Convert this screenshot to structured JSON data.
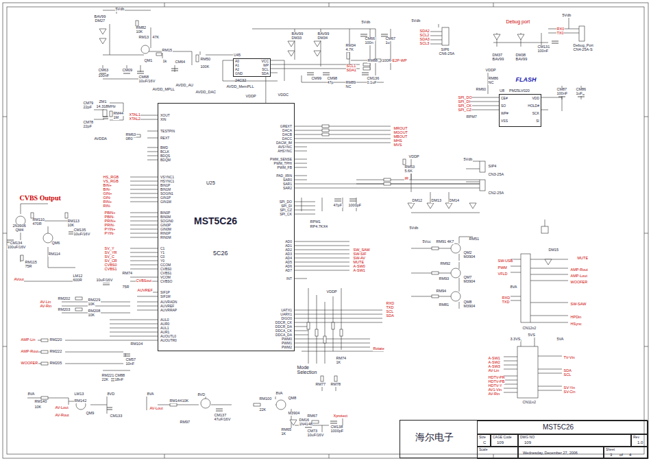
{
  "diagram": {
    "nodes": [
      {
        "text": [
          "U25",
          "MST5C26",
          "5C26",
          "XOUT",
          "XIN",
          "TESTPIN",
          "REXT",
          "BMD",
          "BCLK",
          "BDQS",
          "BDQM",
          "VSYNC1",
          "HSYNC1",
          "BIN1P",
          "BIN1M",
          "SOGIN1",
          "GIN1P",
          "GIN1M",
          "BIN0P",
          "BIN0M",
          "SOGIN0",
          "GIN0P",
          "GIN0M",
          "RIN0P",
          "RIN0M",
          "C1",
          "Y1",
          "C0",
          "Y0",
          "CCOM",
          "CVBS0",
          "CVBS1",
          "VCOM",
          "CVBSO",
          "SIF1P",
          "SIF1M",
          "AUVRADN",
          "AUVREF",
          "AUVRRAP",
          "AUL0",
          "AUR0",
          "AUL1",
          "AUR1",
          "AUOUTL0",
          "AUOUTR0",
          "GREXT",
          "DACA",
          "DACB",
          "DACC",
          "DACM_IM",
          "AVSYNC",
          "AHSYNC",
          "PWM_SENSE",
          "PWM_TPHI",
          "PWM_FB",
          "PAD_IRIN",
          "SAR0",
          "SAR1",
          "SAR2",
          "SPI_DO",
          "SPI_DI",
          "SPI_CZ",
          "SPI_CK",
          "AD0",
          "AD1",
          "AD2",
          "AD3",
          "AD4",
          "AD5",
          "AD6",
          "AD7",
          "INT",
          "UATX1",
          "UARX1",
          "DIGO0",
          "DDCR_CK",
          "DDCR_DA",
          "DDCA_CK",
          "DDCA_DA",
          "PWM0",
          "PWM1",
          "PWM2"
        ]
      },
      {
        "text": [
          "U45",
          "24C32",
          "A0",
          "A1",
          "A2",
          "GND",
          "VCC",
          "WP",
          "SCL",
          "SDA"
        ]
      },
      {
        "text": [
          "U8",
          "PM25LV020",
          "CE#",
          "SO",
          "WP#",
          "VSS",
          "VDD",
          "HOLD#",
          "SCK",
          "SI"
        ]
      },
      {
        "text": [
          "海尔电子"
        ]
      },
      {
        "text": [
          "MST5C26"
        ],
        "in": 3
      },
      {
        "text": [
          "Size",
          "C"
        ],
        "in": 3
      },
      {
        "text": [
          "CAGE Code",
          "109"
        ],
        "in": 3
      },
      {
        "text": [
          "DWG NO",
          "109"
        ],
        "in": 3
      },
      {
        "text": [
          "Rev",
          "1.0"
        ],
        "in": 3
      },
      {
        "text": [
          "Scale"
        ],
        "in": 3
      },
      {
        "text": [
          "Wednesday, December 27, 2006"
        ],
        "in": 3
      },
      {
        "text": [
          "Sheet",
          "3",
          "of",
          "4"
        ],
        "in": 3
      }
    ],
    "edges": [
      {
        "from": 0,
        "to": 1,
        "arrow": "none"
      }
    ],
    "labels": [
      "5Vdb",
      "BAV99",
      "DM27",
      "RM82",
      "10K",
      "RM13",
      "47K",
      "QM1",
      "RM15",
      "1k",
      "CM63",
      "100nF",
      "CM09",
      "CM68",
      "10uF/16V",
      "CM64",
      "RM50",
      "100K",
      "CM79",
      "22pF",
      "ZM1",
      "14.318MHz",
      "RM44",
      "1M",
      "CM78",
      "22pF",
      "XTAL1",
      "XTAL2",
      "RM63",
      "0R0",
      "AVDDA",
      "HS_RGB",
      "VS_RGB",
      "BIN+",
      "BIN-",
      "GIN+",
      "GIN-",
      "RIN+",
      "RIN-",
      "PBIN+",
      "PBIN-",
      "PRIN+",
      "PRIN-",
      "PYIN+",
      "PYIN-",
      "SV_Y",
      "SV_YR",
      "SV_C",
      "SV_CR",
      "CVBS0",
      "CVBS1",
      "CVBSout",
      "RM74",
      "75R",
      "CVBS Output",
      "RM110",
      "470R",
      "RM113",
      "10K",
      "2N3906",
      "QM4",
      "CM134",
      "100uF/16V",
      "QM6",
      "RM114",
      "RM115",
      "75R",
      "CM135",
      "10uF/16V",
      "AVout",
      "LM12",
      "600R",
      "10uF/16V",
      "AUVREF",
      "RM229",
      "10K",
      "RM208",
      "10K",
      "AV-Lin",
      "AV-Rin",
      "RM202",
      "RM203",
      "AMP-Lin",
      "RM220",
      "AMP-Rout",
      "RM222",
      "WOOFER",
      "RM205",
      "RM104",
      "CM57",
      "10nF",
      "RM221",
      "22K",
      "CM88",
      "18nF",
      "AVDD_MPLL",
      "AVDD_AU",
      "AVDD_DAC",
      "AVDD_MemPLL",
      "VDDP",
      "VDDC",
      "5Vdb",
      "BAV99",
      "DM33",
      "BAV99",
      "DM34",
      "RM34",
      "4.7K",
      "CM66",
      "100n",
      "CM67",
      "1u",
      "CM99",
      "CM98",
      "47p",
      "RM89",
      "NC",
      "CM136",
      "0.1uF",
      "RM88",
      "100R",
      "E2P-WP",
      "SCL1",
      "SDA1",
      "5Vdb",
      "SDA2",
      "SCL2",
      "SDA3",
      "SCL3",
      "SIP6",
      "CN6-25A",
      "Debug port",
      "5Vdb",
      "RX0",
      "TX0",
      "DM37",
      "BAV99",
      "DM38",
      "BAV99",
      "CM131",
      "100nF",
      "Debug_Port",
      "CN4-25A-S",
      "FLASH",
      "VDDP",
      "RM86",
      "NC",
      "RM60",
      "SPI_DO",
      "SPI_DI",
      "SPI_CK",
      "SPI_CZ",
      "RPM7",
      "CM87",
      "100nF",
      "CM86",
      "1uF",
      "MROUT",
      "MGOUT",
      "MBOUT",
      "MHS",
      "MVS",
      "RM53",
      "5.6K",
      "VDDP",
      "5Vdb",
      "SIP4",
      "CN3-25A",
      "CN2-25A",
      "IR",
      "DM12",
      "DM13",
      "DM14",
      "5Vdb",
      "47pF",
      "1000pF",
      "RPM1",
      "RP4.7KX4",
      "SW_SAW",
      "SW-SIF",
      "SW-AV",
      "MUTE",
      "A-SW0",
      "A-SW1",
      "5Vcc",
      "RM91",
      "4K7",
      "RM51",
      "QM2",
      "M3904",
      "RM92",
      "QM7",
      "M3904",
      "RM93",
      "QM8",
      "M3904",
      "RM94",
      "RM81",
      "CN12x2",
      "DM15",
      "MUTE",
      "AMP-Rout",
      "AMP-Lout",
      "WOOFER",
      "SW-USB",
      "PWM",
      "VFLD",
      "RXD",
      "TXD",
      "8VA",
      "SW-SAW",
      "HPDin",
      "HSync",
      "3.3VS",
      "5VS",
      "5VA",
      "A-SW1",
      "A-SW2",
      "A-SW3",
      "AV-Lin",
      "HDTV-PR",
      "HDTV-PB",
      "HDTV-Y",
      "AV1-Vin",
      "AV-Rin",
      "TV-Vin",
      "SDA",
      "SCL",
      "SV-Yin",
      "SV-Cin",
      "CN11x2",
      "8VA",
      "RM140",
      "10K",
      "LM13",
      "RM142",
      "QM9",
      "AV-Lout",
      "AV-Rout",
      "8VD",
      "CM133",
      "8VA",
      "RM144",
      "10K",
      "AV-Lout",
      "RM97",
      "CM137",
      "47uF/16V",
      "8VD",
      "8VA",
      "RM100",
      "22K",
      "QM8",
      "M3904",
      "DM16",
      "1N4148",
      "CM73",
      "10uF/16V",
      "RM67",
      "CM138",
      "1000pF",
      "Xprotect",
      "RM65",
      "1K",
      "Mode Selection",
      "VDDP",
      "RM74",
      "1K",
      "RM77",
      "RM78",
      "Rotate",
      "RXD",
      "TXD",
      "SCL",
      "SDA"
    ]
  }
}
